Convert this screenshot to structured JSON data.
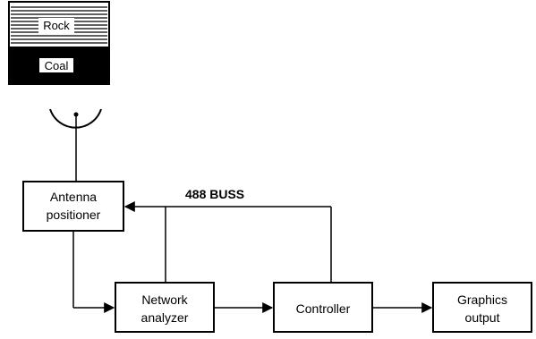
{
  "strata": {
    "rock_label": "Rock",
    "coal_label": "Coal"
  },
  "bus": {
    "label": "488 BUSS"
  },
  "blocks": {
    "antenna_positioner": [
      "Antenna",
      "positioner"
    ],
    "network_analyzer": [
      "Network",
      "analyzer"
    ],
    "controller": [
      "Controller"
    ],
    "graphics_output": [
      "Graphics",
      "output"
    ]
  },
  "colors": {
    "line": "#000000",
    "background": "#ffffff",
    "coal_fill": "#000000"
  }
}
